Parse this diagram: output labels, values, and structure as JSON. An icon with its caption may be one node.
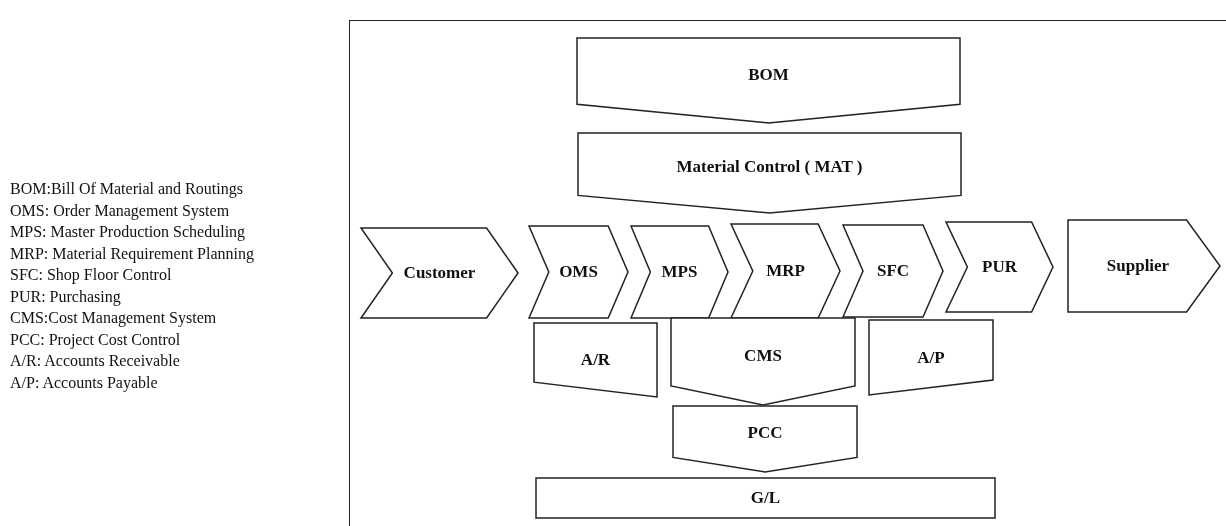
{
  "diagram": {
    "nodes": [
      {
        "text": [
          "BOM"
        ]
      },
      {
        "text": [
          "Material Control ( MAT )"
        ]
      },
      {
        "text": [
          "Customer"
        ]
      },
      {
        "text": [
          "OMS"
        ]
      },
      {
        "text": [
          "MPS"
        ]
      },
      {
        "text": [
          "MRP"
        ]
      },
      {
        "text": [
          "SFC"
        ]
      },
      {
        "text": [
          "PUR"
        ]
      },
      {
        "text": [
          "Supplier"
        ]
      },
      {
        "text": [
          "A/R"
        ]
      },
      {
        "text": [
          "CMS"
        ]
      },
      {
        "text": [
          "A/P"
        ]
      },
      {
        "text": [
          "PCC"
        ]
      },
      {
        "text": [
          "G/L"
        ]
      }
    ],
    "edges": [],
    "labels": [
      "BOM:Bill Of Material and Routings",
      "OMS: Order Management System",
      "MPS: Master Production Scheduling",
      "MRP: Material Requirement Planning",
      "SFC: Shop Floor Control",
      "PUR: Purchasing",
      "CMS:Cost Management System",
      "PCC: Project Cost Control",
      "A/R: Accounts Receivable",
      "A/P: Accounts Payable"
    ]
  }
}
